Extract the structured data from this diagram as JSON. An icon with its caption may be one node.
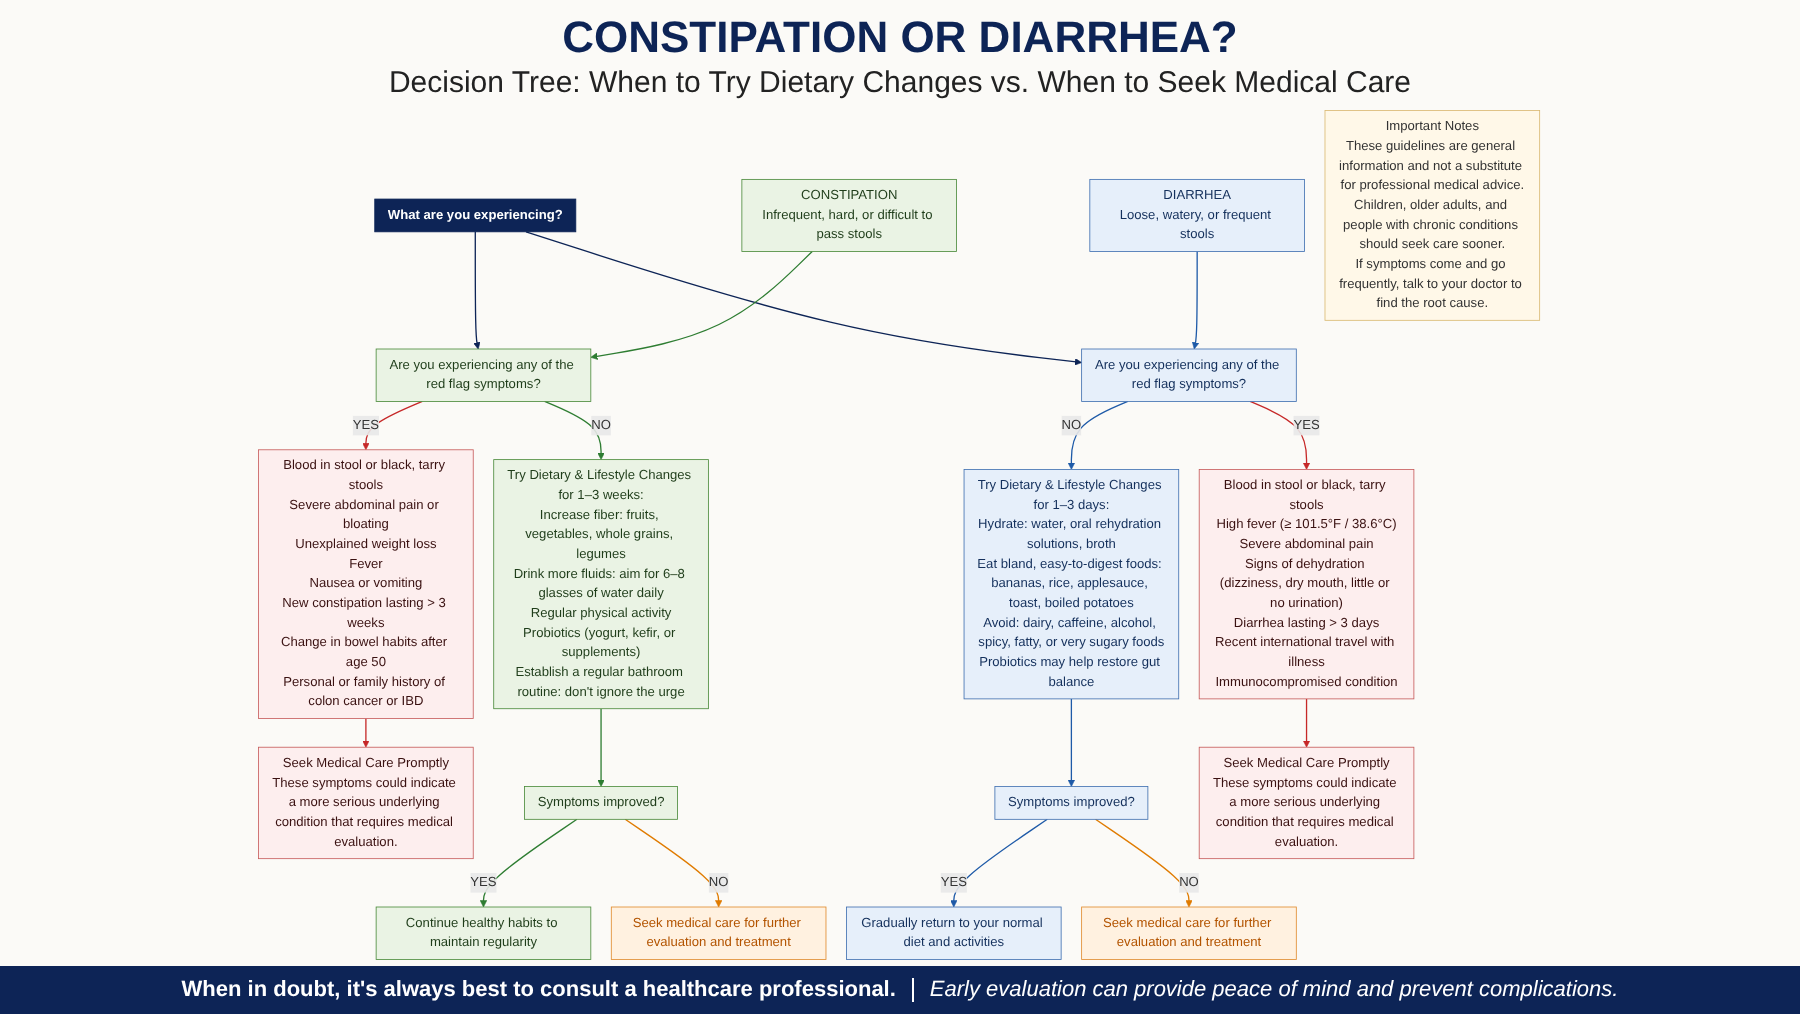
{
  "diagram": {
    "title": "CONSTIPATION OR DIARRHEA?",
    "nodes": [
      {
        "text": [
          "What are you experiencing?"
        ]
      },
      {
        "text": [
          "CONSTIPATION",
          "Infrequent, hard, or difficult to pass stools"
        ]
      },
      {
        "text": [
          "DIARRHEA",
          "Loose, watery, or frequent stools"
        ]
      },
      {
        "text": [
          "Are you experiencing any of the red flag symptoms?"
        ]
      },
      {
        "text": [
          "Are you experiencing any of the red flag symptoms?"
        ]
      },
      {
        "text": [
          "Blood in stool or black, tarry stools",
          "Severe abdominal pain or bloating",
          "Unexplained weight loss",
          "Fever",
          "Nausea or vomiting",
          "New constipation lasting > 3 weeks",
          "Change in bowel habits after age 50",
          "Personal or family history of colon cancer or IBD"
        ]
      },
      {
        "text": [
          "Try Dietary & Lifestyle Changes for 1–3 weeks:",
          "Increase fiber: fruits, vegetables, whole grains, legumes",
          "Drink more fluids: aim for 6–8 glasses of water daily",
          "Regular physical activity",
          "Probiotics (yogurt, kefir, or supplements)",
          "Establish a regular bathroom routine: don't ignore the urge"
        ]
      },
      {
        "text": [
          "Try Dietary & Lifestyle Changes for 1–3 days:",
          "Hydrate: water, oral rehydration solutions, broth",
          "Eat bland, easy-to-digest foods: bananas, rice, applesauce, toast, boiled potatoes",
          "Avoid: dairy, caffeine, alcohol, spicy, fatty, or very sugary foods",
          "Probiotics may help restore gut balance"
        ]
      },
      {
        "text": [
          "Blood in stool or black, tarry stools",
          "High fever (≥ 101.5°F / 38.6°C)",
          "Severe abdominal pain",
          "Signs of dehydration (dizziness, dry mouth, little or no urination)",
          "Diarrhea lasting > 3 days",
          "Recent international travel with illness",
          "Immunocompromised condition"
        ]
      },
      {
        "text": [
          "Seek Medical Care Promptly",
          "These symptoms could indicate a more serious underlying condition that requires medical evaluation."
        ]
      },
      {
        "text": [
          "Symptoms improved?"
        ]
      },
      {
        "text": [
          "Important Notes",
          "These guidelines are general information and not a substitute for professional medical advice.",
          "Children, older adults, and people with chronic conditions should seek care sooner.",
          "If symptoms come and go frequently, talk to your doctor to find the root cause."
        ]
      },
      {
        "text": [
          "Symptoms improved?"
        ]
      },
      {
        "text": [
          "Seek Medical Care Promptly",
          "These symptoms could indicate a more serious underlying condition that requires medical evaluation."
        ]
      },
      {
        "text": [
          "Continue healthy habits to maintain regularity"
        ]
      },
      {
        "text": [
          "Seek medical care for further evaluation and treatment"
        ]
      },
      {
        "text": [
          "Gradually return to your normal diet and activities"
        ]
      },
      {
        "text": [
          "Seek medical care for further evaluation and treatment"
        ]
      }
    ],
    "edges": [
      {
        "from": 0,
        "to": 3,
        "arrow": "to",
        "color": "#0d2456"
      },
      {
        "from": 0,
        "to": 4,
        "arrow": "to",
        "color": "#0d2456"
      },
      {
        "from": 1,
        "to": 3,
        "arrow": "to",
        "color": "#2e7d32"
      },
      {
        "from": 2,
        "to": 4,
        "arrow": "to",
        "color": "#1e5aa8"
      },
      {
        "from": 3,
        "to": 5,
        "label": "YES",
        "arrow": "to",
        "color": "#c62828"
      },
      {
        "from": 3,
        "to": 6,
        "label": "NO",
        "arrow": "to",
        "color": "#2e7d32"
      },
      {
        "from": 4,
        "to": 7,
        "label": "NO",
        "arrow": "to",
        "color": "#1e5aa8"
      },
      {
        "from": 4,
        "to": 8,
        "label": "YES",
        "arrow": "to",
        "color": "#c62828"
      },
      {
        "from": 5,
        "to": 9,
        "arrow": "to",
        "color": "#c62828"
      },
      {
        "from": 6,
        "to": 10,
        "arrow": "to",
        "color": "#2e7d32"
      },
      {
        "from": 10,
        "to": 14,
        "label": "YES",
        "arrow": "to",
        "color": "#2e7d32"
      },
      {
        "from": 10,
        "to": 15,
        "label": "NO",
        "arrow": "to",
        "color": "#e07b00"
      },
      {
        "from": 7,
        "to": 12,
        "arrow": "to",
        "color": "#1e5aa8"
      },
      {
        "from": 12,
        "to": 16,
        "label": "YES",
        "arrow": "to",
        "color": "#1e5aa8"
      },
      {
        "from": 12,
        "to": 17,
        "label": "NO",
        "arrow": "to",
        "color": "#e07b00"
      },
      {
        "from": 8,
        "to": 13,
        "arrow": "to",
        "color": "#c62828"
      }
    ],
    "labels": [
      "Decision Tree: When to Try Dietary Changes vs. When to Seek Medical Care",
      "When in doubt, it's always best to consult a healthcare professional.",
      "Early evaluation can provide peace of mind and prevent complications."
    ]
  }
}
